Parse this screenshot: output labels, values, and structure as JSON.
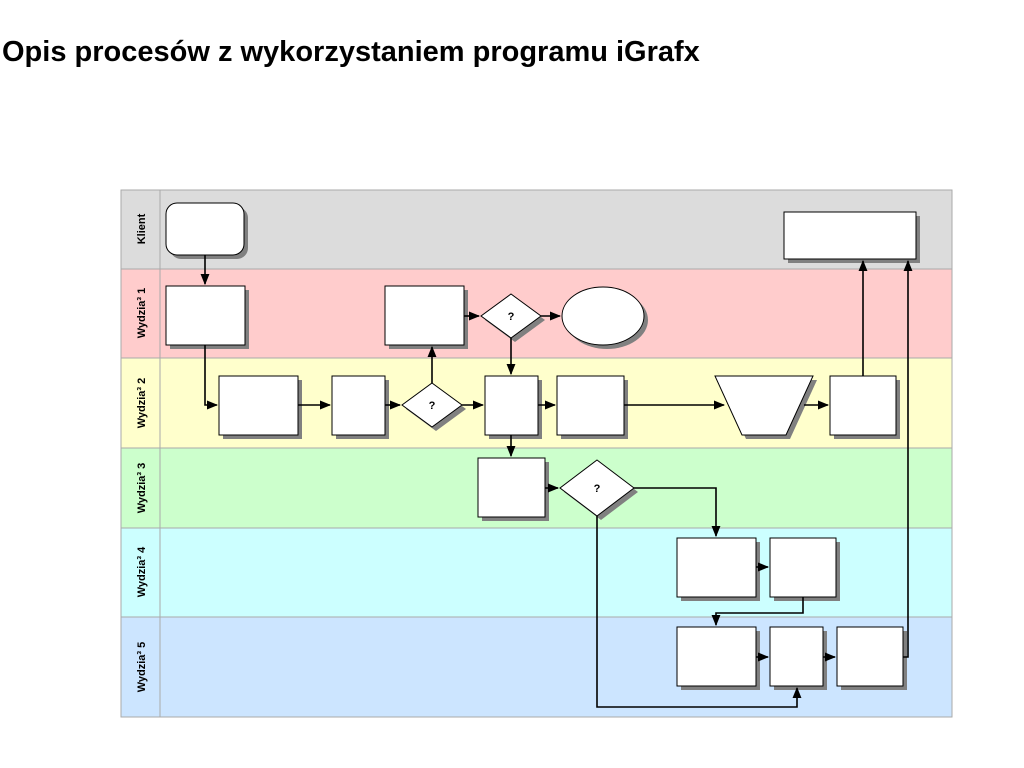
{
  "page": {
    "title": "Opis procesów z wykorzystaniem programu iGrafx"
  },
  "lanes": [
    {
      "label": "Klient",
      "color": "#dcdcdc"
    },
    {
      "label": "Wydzia³ 1",
      "color": "#ffcccc"
    },
    {
      "label": "Wydzia³ 2",
      "color": "#ffffcc"
    },
    {
      "label": "Wydzia³ 3",
      "color": "#ccffcc"
    },
    {
      "label": "Wydzia³ 4",
      "color": "#ccffff"
    },
    {
      "label": "Wydzia³ 5",
      "color": "#cce5ff"
    }
  ],
  "decisions": [
    {
      "label": "?"
    },
    {
      "label": "?"
    },
    {
      "label": "?"
    }
  ]
}
